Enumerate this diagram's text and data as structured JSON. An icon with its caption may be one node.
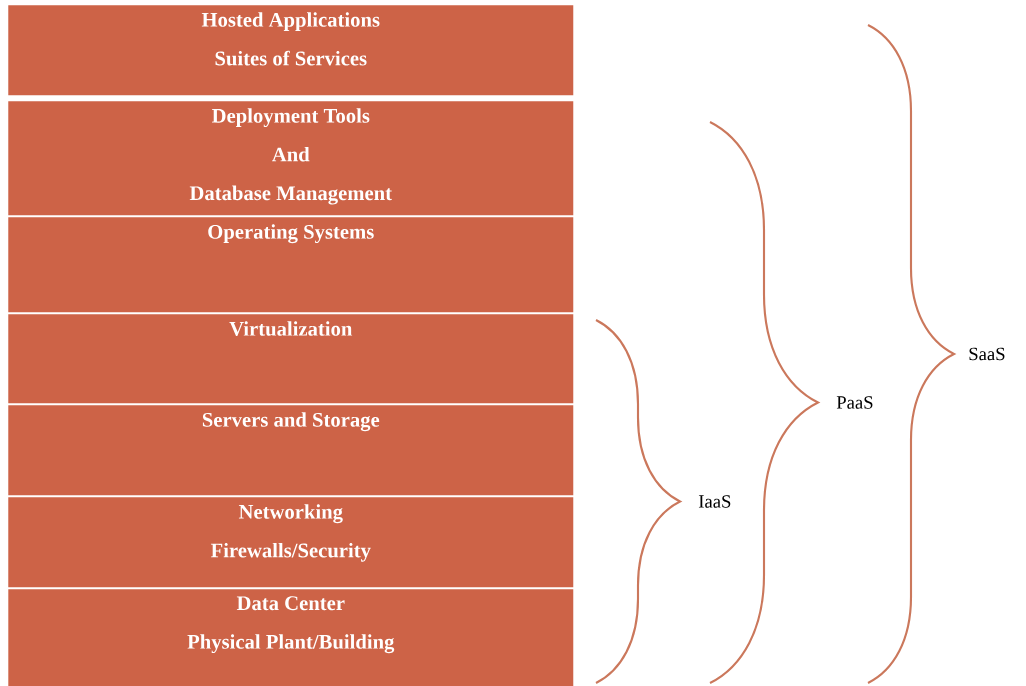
{
  "diagram": {
    "nodes": [
      {
        "text": [
          "Hosted Applications",
          "Suites of Services"
        ]
      },
      {
        "text": [
          "Deployment Tools",
          "And",
          "Database Management"
        ]
      },
      {
        "text": [
          "Operating Systems"
        ]
      },
      {
        "text": [
          "Virtualization"
        ]
      },
      {
        "text": [
          "Servers and Storage"
        ]
      },
      {
        "text": [
          "Networking",
          "Firewalls/Security"
        ]
      },
      {
        "text": [
          "Data Center",
          "Physical Plant/Building"
        ]
      }
    ],
    "labels": [
      "SaaS",
      "PaaS",
      "IaaS"
    ]
  }
}
